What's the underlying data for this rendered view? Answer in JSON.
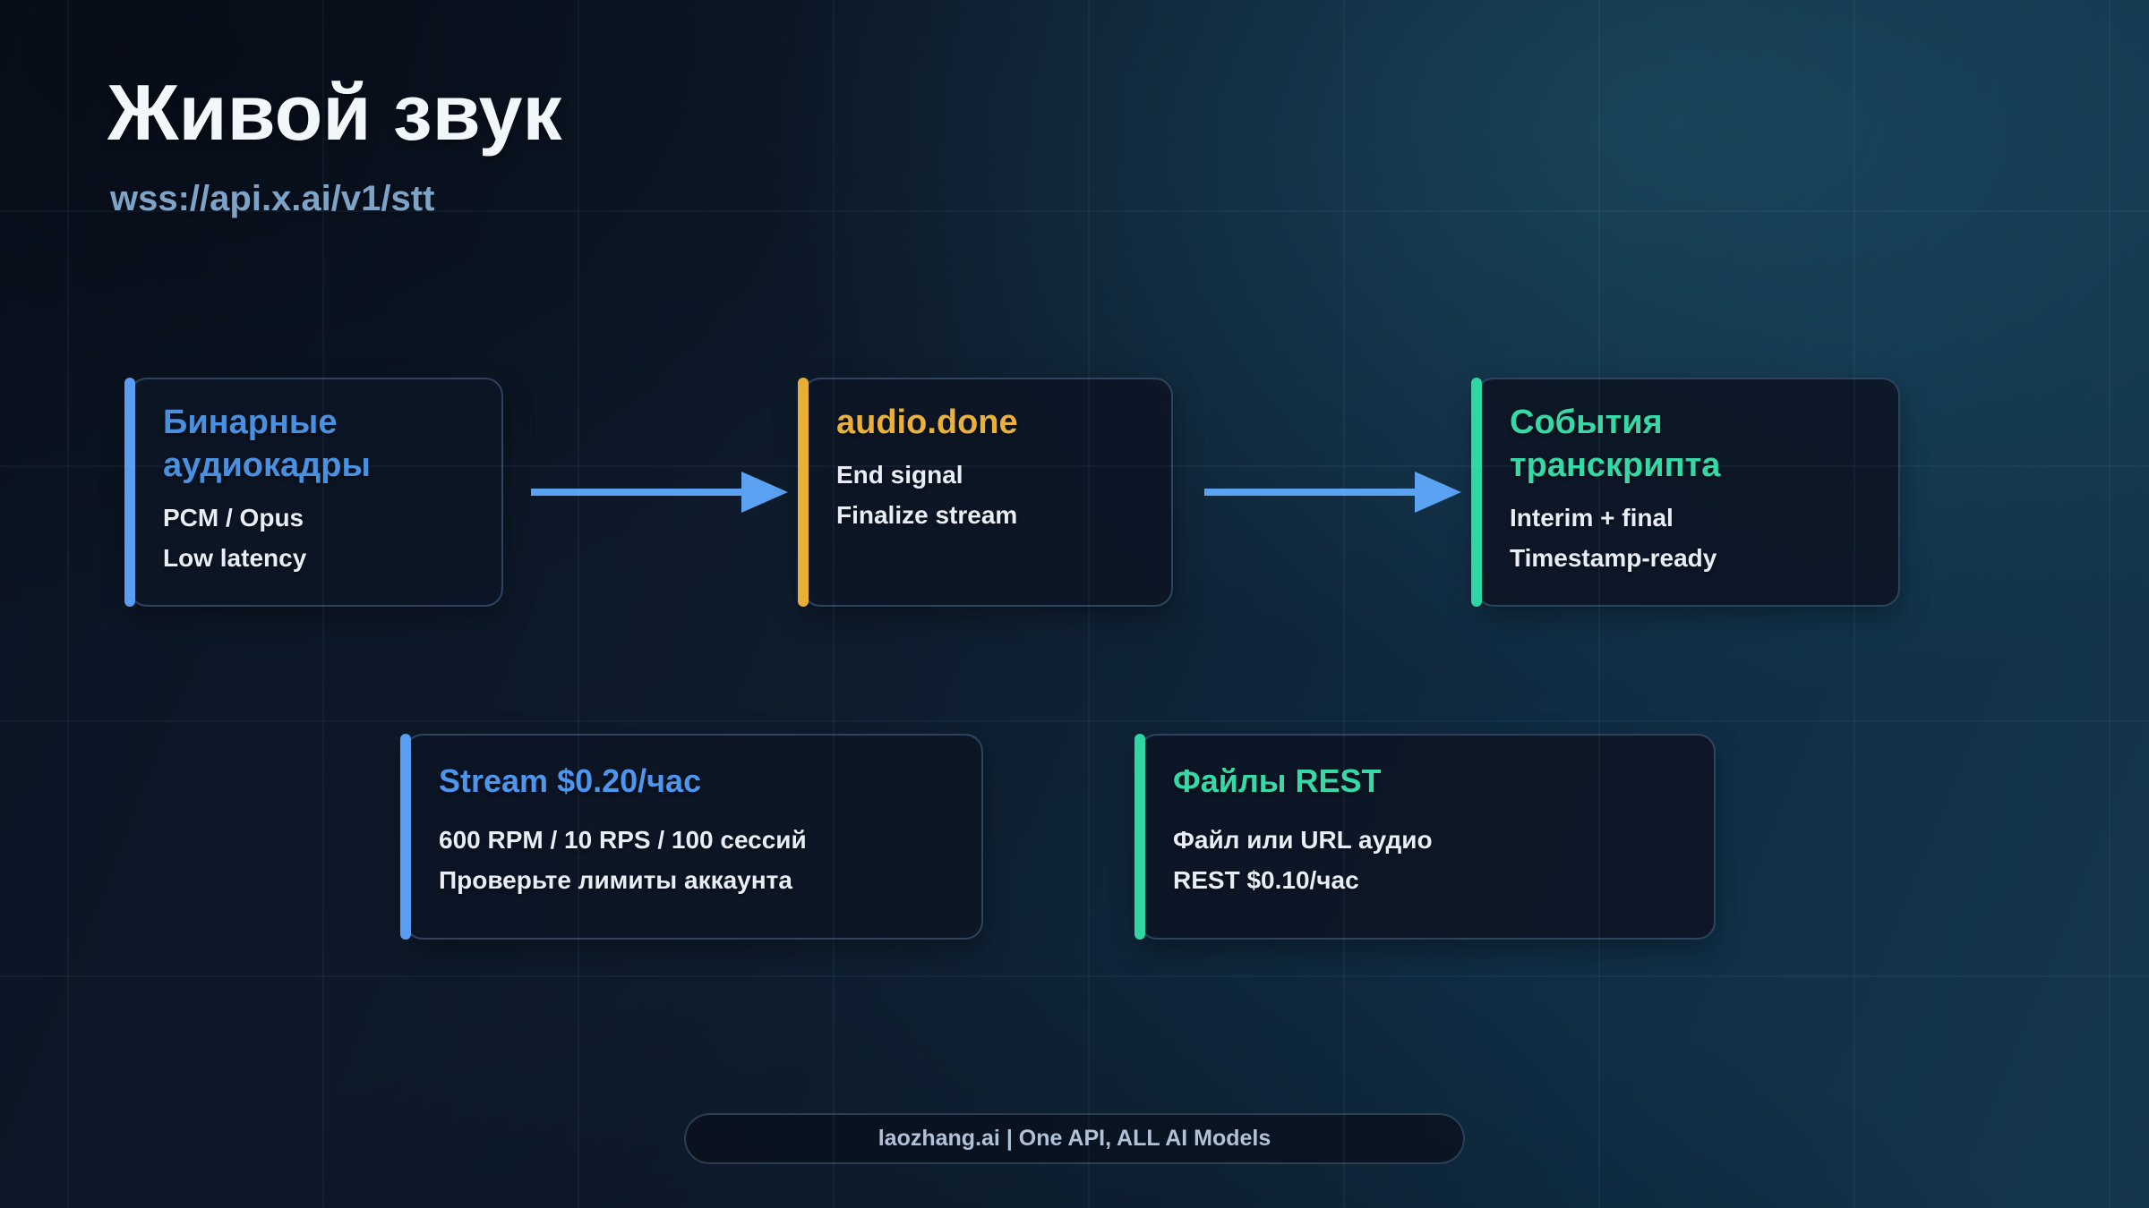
{
  "page": {
    "title": "Живой звук",
    "subtitle": "wss://api.x.ai/v1/stt"
  },
  "flow": {
    "arrow_color": "#5ba2f2",
    "cards": [
      {
        "title": "Бинарные аудиокадры",
        "title_color": "#4a90e0",
        "accent_color": "#5b9df2",
        "lines": [
          "PCM / Opus",
          "Low latency"
        ]
      },
      {
        "title": "audio.done",
        "title_color": "#e9b13c",
        "accent_color": "#e9ae35",
        "lines": [
          "End signal",
          "Finalize stream"
        ]
      },
      {
        "title": "События транскрипта",
        "title_color": "#36d9a6",
        "accent_color": "#2fd6a2",
        "lines": [
          "Interim + final",
          "Timestamp-ready"
        ]
      }
    ]
  },
  "pricing": {
    "cards": [
      {
        "title": "Stream $0.20/час",
        "title_color": "#4d95ed",
        "accent_color": "#5b9df2",
        "lines": [
          "600 RPM / 10 RPS / 100 сессий",
          "Проверьте лимиты аккаунта"
        ]
      },
      {
        "title": "Файлы REST",
        "title_color": "#36d9a6",
        "accent_color": "#2fd6a2",
        "lines": [
          "Файл или URL аудио",
          "REST $0.10/час"
        ]
      }
    ]
  },
  "footer": {
    "label": "laozhang.ai | One API, ALL AI Models"
  },
  "colors": {
    "background_dark": "#0b1322",
    "background_teal": "#15374b",
    "card_background": "#0d1525",
    "card_border": "#3c5a82",
    "body_text": "#e9eef6",
    "title_text": "#f2f7fb",
    "subtitle_text": "#7da4c7",
    "footer_text": "#b0c2d8"
  }
}
